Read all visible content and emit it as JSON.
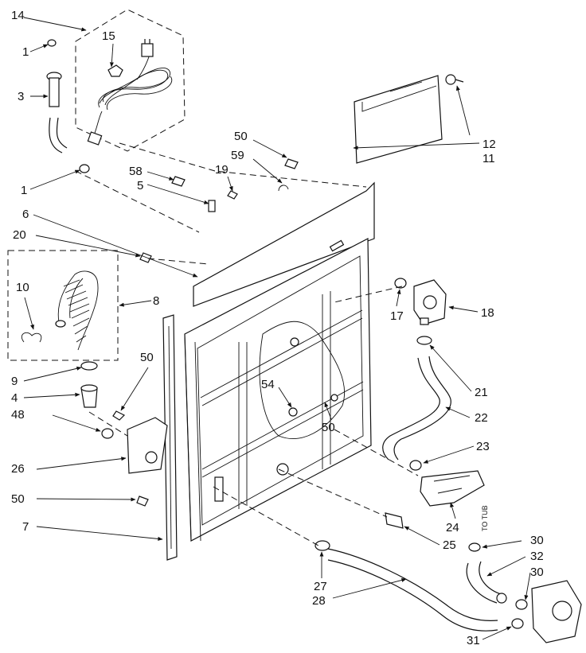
{
  "diagram": {
    "labels": {
      "l1a": "1",
      "l1b": "1",
      "l3": "3",
      "l4": "4",
      "l5": "5",
      "l6": "6",
      "l7": "7",
      "l8": "8",
      "l9": "9",
      "l10": "10",
      "l11": "11",
      "l12": "12",
      "l14": "14",
      "l15": "15",
      "l17": "17",
      "l18": "18",
      "l19": "19",
      "l20": "20",
      "l21": "21",
      "l22": "22",
      "l23": "23",
      "l24": "24",
      "l25": "25",
      "l26": "26",
      "l27": "27",
      "l28": "28",
      "l30a": "30",
      "l30b": "30",
      "l31": "31",
      "l32": "32",
      "l48": "48",
      "l50a": "50",
      "l50b": "50",
      "l50c": "50",
      "l50d": "50",
      "l54": "54",
      "l58": "58",
      "l59": "59"
    },
    "annotation": "TO TUB"
  }
}
